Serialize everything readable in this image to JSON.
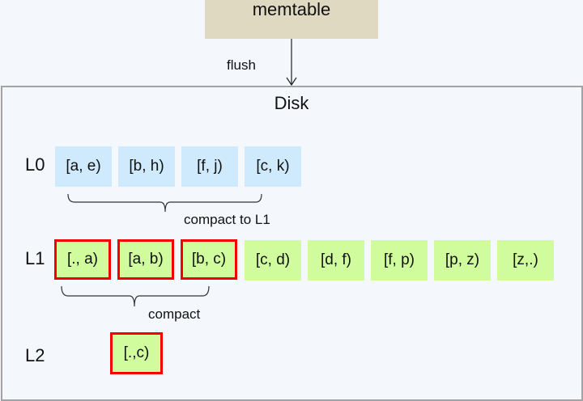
{
  "memtable": {
    "label": "memtable"
  },
  "flush_label": "flush",
  "disk": {
    "title": "Disk"
  },
  "levels": [
    {
      "label": "L0",
      "tables": [
        "[a, e)",
        "[b, h)",
        "[f, j)",
        "[c, k)"
      ]
    },
    {
      "label": "L1",
      "tables": [
        "[., a)",
        "[a, b)",
        "[b, c)",
        "[c, d)",
        "[d, f)",
        "[f, p)",
        "[p, z)",
        "[z,.)"
      ]
    },
    {
      "label": "L2",
      "tables": [
        "[.,c)"
      ]
    }
  ],
  "annotations": {
    "compact_l0": "compact to L1",
    "compact_l1": "compact"
  },
  "colors": {
    "l0": "#cfeafd",
    "l1": "#d0fc9e",
    "highlight": "#f20000",
    "memtable": "#e0d9c2"
  }
}
